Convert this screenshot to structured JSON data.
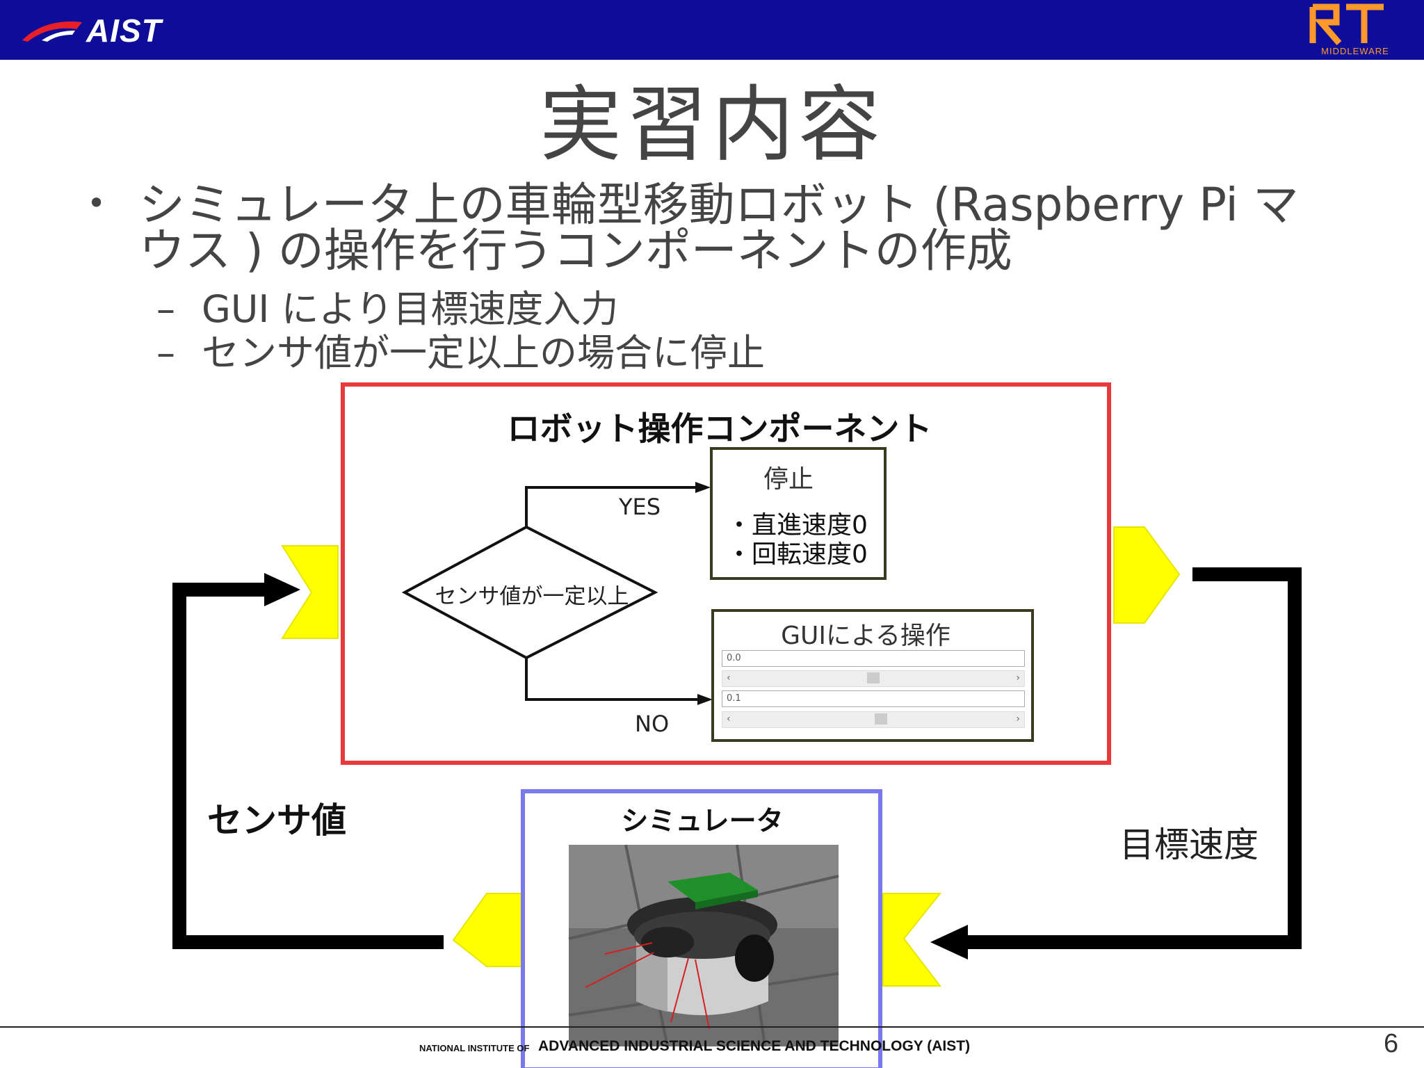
{
  "header": {
    "logo_left": "AIST",
    "logo_right": "RT",
    "logo_right_sub": "MIDDLEWARE"
  },
  "slide": {
    "title": "実習内容",
    "bullet": "シミュレータ上の車輪型移動ロボット (Raspberry Pi マウス ) の操作を行うコンポーネントの作成",
    "sub_bullets": [
      "GUI により目標速度入力",
      "センサ値が一定以上の場合に停止"
    ]
  },
  "figure": {
    "component_title": "ロボット操作コンポーネント",
    "condition": "センサ値が一定以上",
    "yes": "YES",
    "no": "NO",
    "stop_box": {
      "title": "停止",
      "lines": [
        "・直進速度0",
        "・回転速度0"
      ]
    },
    "gui_box": {
      "title": "GUIによる操作",
      "field1_value": "0.0",
      "field2_value": "0.1",
      "slider1_level": 0.5,
      "slider2_level": 0.53
    },
    "left_label": "センサ値",
    "right_label": "目標速度",
    "simulator_title": "シミュレータ",
    "colors": {
      "component_border": "#e8393f",
      "simulator_border": "#7b79f0",
      "port": "#ffff00",
      "arrow": "#000000"
    }
  },
  "footer": {
    "small": "NATIONAL INSTITUTE OF",
    "big": "ADVANCED INDUSTRIAL SCIENCE AND TECHNOLOGY (AIST)",
    "page": "6"
  }
}
